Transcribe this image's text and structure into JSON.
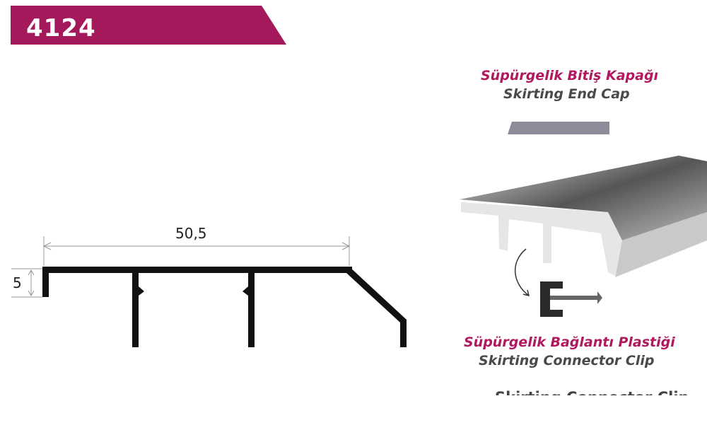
{
  "header": {
    "product_code": "4124",
    "banner_color": "#a3195b"
  },
  "drawing": {
    "width_dimension": "50,5",
    "height_dimension": "5"
  },
  "accessories": [
    {
      "name_tr": "Süpürgelik Bitiş Kapağı",
      "name_en": "Skirting End Cap"
    },
    {
      "name_tr": "Süpürgelik Bağlantı Plastiği",
      "name_en": "Skirting Connector Clip"
    }
  ],
  "cropped_repeat_text": "Skirting Connector Clip"
}
